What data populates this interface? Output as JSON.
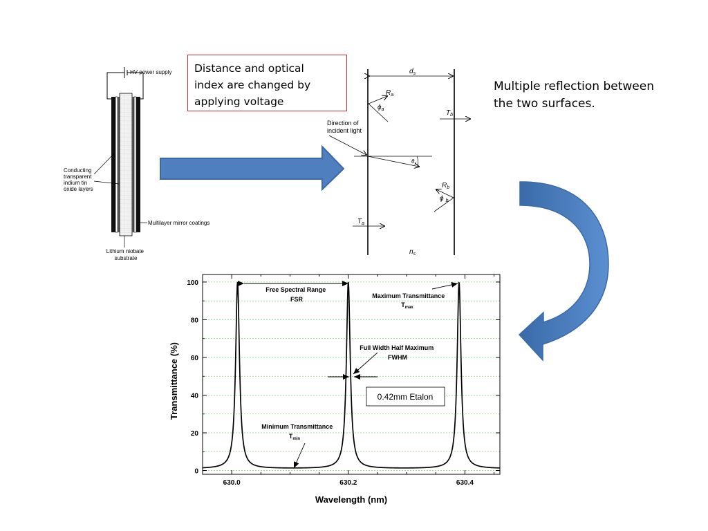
{
  "device": {
    "hv_label": "HV power supply",
    "ito_label": [
      "Conducting",
      "transparent",
      "indium tin",
      "oxide layers"
    ],
    "mirror_label": "Multilayer mirror coatings",
    "substrate_label": [
      "Lithium niobate",
      "substrate"
    ]
  },
  "callout": {
    "lines": [
      "Distance and optical",
      "index are changed by",
      "applying voltage"
    ]
  },
  "etalon_diagram": {
    "ds": "d",
    "ds_sub": "s",
    "Ra": "R",
    "Ra_sub": "a",
    "phia": "ϕ",
    "phia_sub": "a",
    "Tb": "T",
    "Tb_sub": "b",
    "direction_label": [
      "Direction of",
      "incident light"
    ],
    "thetas": "θ",
    "thetas_sub": "s",
    "Rb": "R",
    "Rb_sub": "b",
    "phib": "ϕ",
    "phib_sub": "b",
    "Ta": "T",
    "Ta_sub": "a",
    "ns": "n",
    "ns_sub": "s"
  },
  "note": {
    "lines": [
      "Multiple reflection between",
      "the two surfaces."
    ]
  },
  "colors": {
    "arrow_fill": "#4f7fbf",
    "arrow_stroke": "#3a6aa8",
    "callout_border": "#d42a2a",
    "gridline": "#7fdc7f"
  },
  "chart_data": {
    "type": "line",
    "xlabel": "Wavelength (nm)",
    "ylabel": "Transmittance (%)",
    "xlim": [
      629.95,
      630.46
    ],
    "ylim": [
      -2,
      104
    ],
    "xticks": [
      630.0,
      630.2,
      630.4
    ],
    "xtick_labels": [
      "630.0",
      "630.2",
      "630.4"
    ],
    "yticks": [
      0,
      20,
      40,
      60,
      80,
      100
    ],
    "ytick_labels": [
      "0",
      "20",
      "40",
      "60",
      "80",
      "100"
    ],
    "grid": true,
    "peaks": [
      630.01,
      630.2,
      630.39
    ],
    "peak_max": 100,
    "min_value": 1,
    "fwhm": 0.008,
    "annotations": {
      "fsr": [
        "Free Spectral Range",
        "FSR"
      ],
      "tmax": [
        "Maximum Transmittance",
        "T",
        "max"
      ],
      "fwhm": [
        "Full Width Half Maximum",
        "FWHM"
      ],
      "tmin": [
        "Minimum Transmittance",
        "T",
        "min"
      ],
      "box": "0.42mm Etalon"
    }
  }
}
